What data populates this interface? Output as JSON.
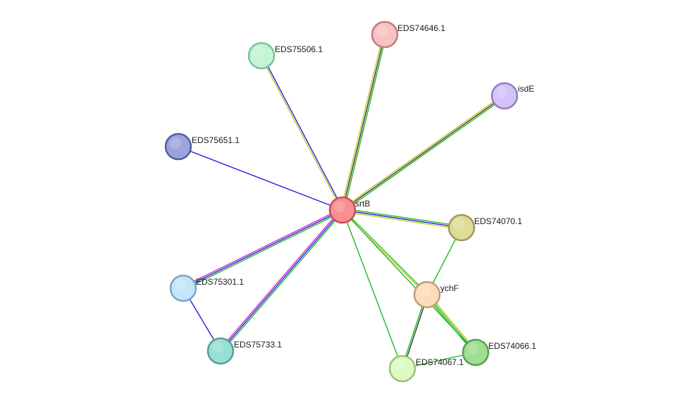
{
  "network": {
    "nodes": [
      {
        "id": "srtB",
        "label": "srtB",
        "fill": "#f88e8e",
        "stroke": "#c0505a"
      },
      {
        "id": "EDS74646.1",
        "label": "EDS74646.1",
        "fill": "#f7c2c2",
        "stroke": "#bf7d7d"
      },
      {
        "id": "EDS75506.1",
        "label": "EDS75506.1",
        "fill": "#c2f5d6",
        "stroke": "#7dbf95"
      },
      {
        "id": "isdE",
        "label": "isdE",
        "fill": "#d6c2fa",
        "stroke": "#8f7dbf"
      },
      {
        "id": "EDS75651.1",
        "label": "EDS75651.1",
        "fill": "#9aa5e0",
        "stroke": "#525e9a"
      },
      {
        "id": "EDS74070.1",
        "label": "EDS74070.1",
        "fill": "#dfdc98",
        "stroke": "#9c995a"
      },
      {
        "id": "ychF",
        "label": "ychF",
        "fill": "#fddcbc",
        "stroke": "#c09c7c"
      },
      {
        "id": "EDS75301.1",
        "label": "EDS75301.1",
        "fill": "#c2e6fa",
        "stroke": "#7da3bf"
      },
      {
        "id": "EDS75733.1",
        "label": "EDS75733.1",
        "fill": "#98dfd3",
        "stroke": "#5a9c90"
      },
      {
        "id": "EDS74066.1",
        "label": "EDS74066.1",
        "fill": "#9fdf90",
        "stroke": "#5c9c52"
      },
      {
        "id": "EDS74067.1",
        "label": "EDS74067.1",
        "fill": "#dcfac2",
        "stroke": "#9cbf7d"
      }
    ],
    "edges": [
      {
        "source": "srtB",
        "target": "EDS74646.1",
        "colors": [
          "#c8c820",
          "#333333",
          "#20b820"
        ]
      },
      {
        "source": "srtB",
        "target": "EDS75506.1",
        "colors": [
          "#c8c820",
          "#2020e0"
        ]
      },
      {
        "source": "srtB",
        "target": "isdE",
        "colors": [
          "#c8c820",
          "#333333",
          "#20b820"
        ]
      },
      {
        "source": "srtB",
        "target": "EDS75651.1",
        "colors": [
          "#2020e0"
        ]
      },
      {
        "source": "srtB",
        "target": "EDS74070.1",
        "colors": [
          "#20b820",
          "#2020e0",
          "#c8c820"
        ]
      },
      {
        "source": "srtB",
        "target": "ychF",
        "colors": [
          "#20b820",
          "#c8c820"
        ]
      },
      {
        "source": "srtB",
        "target": "EDS74066.1",
        "colors": [
          "#20b820"
        ]
      },
      {
        "source": "srtB",
        "target": "EDS74067.1",
        "colors": [
          "#20b820"
        ]
      },
      {
        "source": "srtB",
        "target": "EDS75301.1",
        "colors": [
          "#20b820",
          "#2020e0",
          "#d020d0"
        ]
      },
      {
        "source": "srtB",
        "target": "EDS75733.1",
        "colors": [
          "#20b820",
          "#2020e0",
          "#d020d0"
        ]
      },
      {
        "source": "EDS75301.1",
        "target": "EDS75733.1",
        "colors": [
          "#2020e0"
        ]
      },
      {
        "source": "EDS74070.1",
        "target": "ychF",
        "colors": [
          "#20b820"
        ]
      },
      {
        "source": "ychF",
        "target": "EDS74066.1",
        "colors": [
          "#c8c820",
          "#20b820",
          "#20b820"
        ]
      },
      {
        "source": "ychF",
        "target": "EDS74067.1",
        "colors": [
          "#333333",
          "#20b820"
        ]
      },
      {
        "source": "EDS74067.1",
        "target": "EDS74066.1",
        "colors": [
          "#20b820"
        ]
      }
    ]
  }
}
